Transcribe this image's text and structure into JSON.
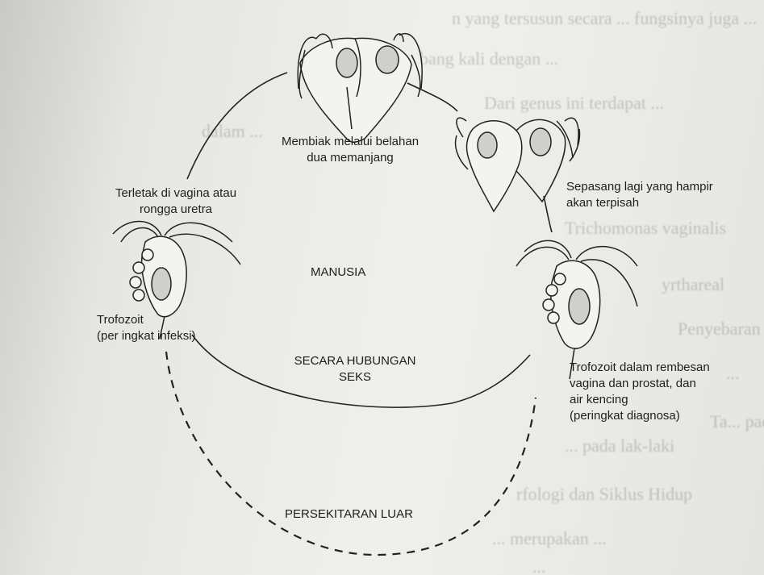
{
  "labels": {
    "membiak": [
      "Membiak melalui belahan",
      "dua memanjang"
    ],
    "sepasang": [
      "Sepasang lagi yang hampir",
      "akan terpisah"
    ],
    "terletak": [
      "Terletak di vagina atau",
      "rongga uretra"
    ],
    "manusia": "MANUSIA",
    "trofozoit_infeksi": [
      "Trofozoit",
      "(per ingkat infeksi)"
    ],
    "hubungan": [
      "SECARA HUBUNGAN",
      "SEKS"
    ],
    "trofozoit_diagnosa": [
      "Trofozoit  dalam rembesan",
      "vagina dan prostat, dan",
      "air kencing",
      "(peringkat diagnosa)"
    ],
    "persekitaran": "PERSEKITARAN LUAR"
  },
  "background_text": [
    "n yang tersusun secara ... fungsinya juga ...",
    "bang kali dengan ...",
    "Dari genus ini terdapat ...",
    "dalam ...",
    "... ",
    "Trichomonas vaginalis",
    "yrthareal",
    "Penyebaran ...",
    "... ",
    "Ta... pada lelaki ...",
    "... pada lak-laki",
    "rfologi dan Siklus Hidup",
    "... merupakan ...",
    "..."
  ]
}
